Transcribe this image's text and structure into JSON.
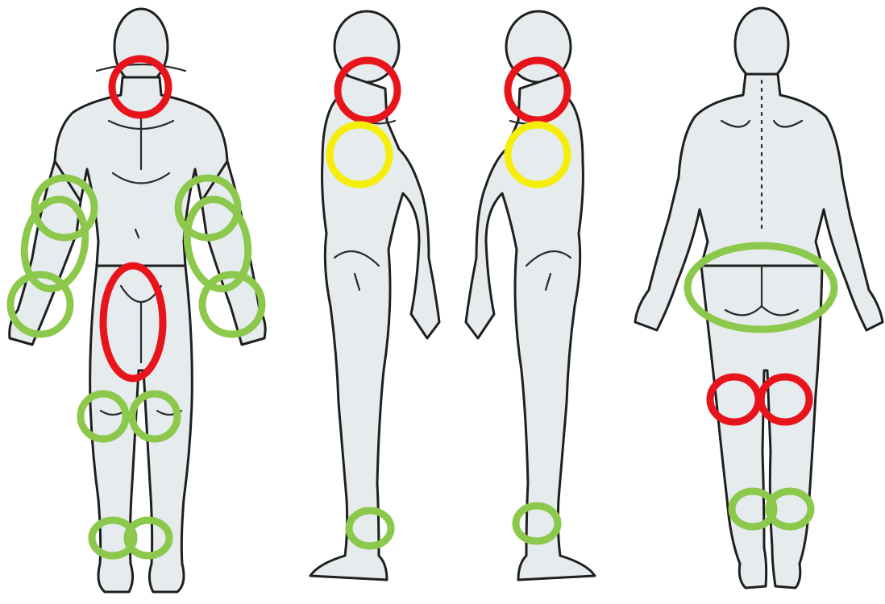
{
  "legend": {
    "red": "#e8141c",
    "yellow": "#f5ee0a",
    "green": "#8cc84b"
  },
  "figures": [
    {
      "view": "front"
    },
    {
      "view": "left-side"
    },
    {
      "view": "right-side"
    },
    {
      "view": "back"
    }
  ],
  "markers": [
    {
      "region": "front-neck",
      "color": "red"
    },
    {
      "region": "front-right-elbow",
      "color": "green"
    },
    {
      "region": "front-right-forearm",
      "color": "green"
    },
    {
      "region": "front-right-wrist",
      "color": "green"
    },
    {
      "region": "front-left-elbow",
      "color": "green"
    },
    {
      "region": "front-left-forearm",
      "color": "green"
    },
    {
      "region": "front-left-wrist",
      "color": "green"
    },
    {
      "region": "front-groin",
      "color": "red"
    },
    {
      "region": "front-right-knee",
      "color": "green"
    },
    {
      "region": "front-left-knee",
      "color": "green"
    },
    {
      "region": "front-right-ankle",
      "color": "green"
    },
    {
      "region": "front-left-ankle",
      "color": "green"
    },
    {
      "region": "side1-neck",
      "color": "red"
    },
    {
      "region": "side1-shoulder",
      "color": "yellow"
    },
    {
      "region": "side1-ankle",
      "color": "green"
    },
    {
      "region": "side2-neck",
      "color": "red"
    },
    {
      "region": "side2-shoulder",
      "color": "yellow"
    },
    {
      "region": "side2-ankle",
      "color": "green"
    },
    {
      "region": "back-buttocks",
      "color": "green"
    },
    {
      "region": "back-right-knee",
      "color": "red"
    },
    {
      "region": "back-left-knee",
      "color": "red"
    },
    {
      "region": "back-right-ankle",
      "color": "green"
    },
    {
      "region": "back-left-ankle",
      "color": "green"
    }
  ]
}
